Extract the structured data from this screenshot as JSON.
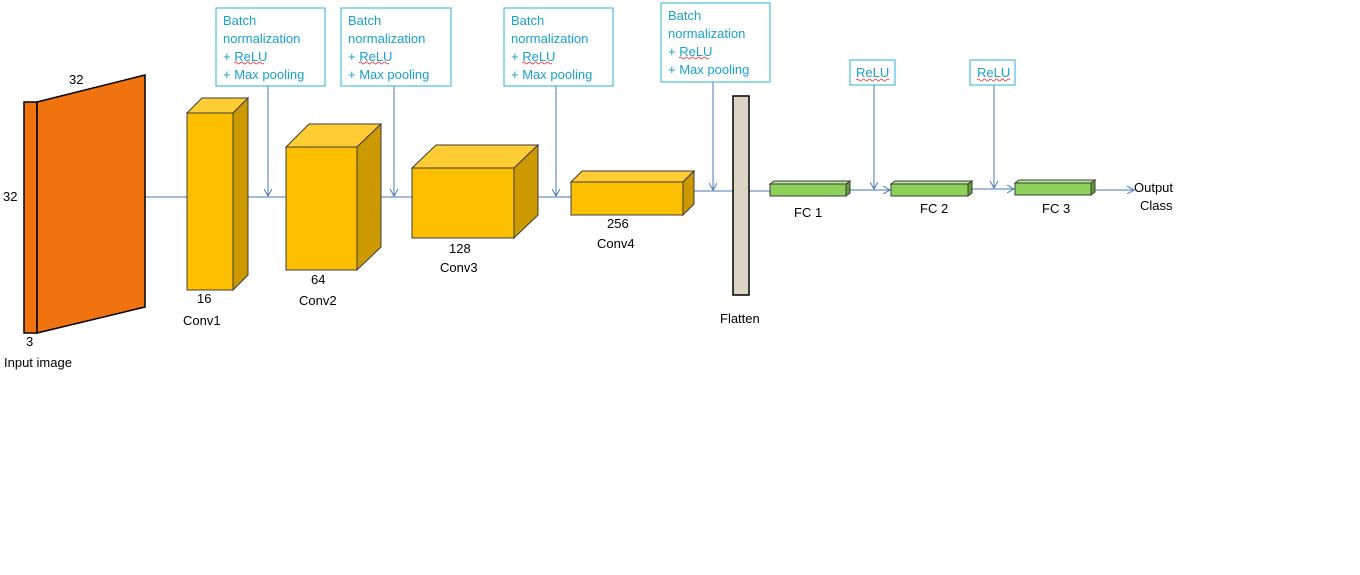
{
  "colors": {
    "input_front": "#f07310",
    "block_front": "#fcbf00",
    "block_top": "#ffcc33",
    "block_side": "#cc9900",
    "fc_fill": "#8ed15a",
    "flatten_fill": "#ddd5c3",
    "line": "#4a7ab8",
    "note_text": "#1aa0cf",
    "note_border": "#2bb0d8"
  },
  "input": {
    "width_label": "32",
    "height_label": "32",
    "depth_label": "3",
    "name": "Input image"
  },
  "conv_blocks": [
    {
      "name": "Conv1",
      "channels": "16"
    },
    {
      "name": "Conv2",
      "channels": "64"
    },
    {
      "name": "Conv3",
      "channels": "128"
    },
    {
      "name": "Conv4",
      "channels": "256"
    }
  ],
  "annotations": [
    {
      "lines": [
        "Batch",
        "normalization",
        "+ ReLU",
        "+ Max pooling"
      ]
    },
    {
      "lines": [
        "Batch",
        "normalization",
        "+ ReLU",
        "+ Max pooling"
      ]
    },
    {
      "lines": [
        "Batch",
        "normalization",
        "+ ReLU",
        "+ Max pooling"
      ]
    },
    {
      "lines": [
        "Batch",
        "normalization",
        "+ ReLU",
        "+ Max pooling"
      ]
    },
    {
      "lines": [
        "ReLU"
      ]
    },
    {
      "lines": [
        "ReLU"
      ]
    }
  ],
  "flatten": {
    "name": "Flatten"
  },
  "fc_layers": [
    {
      "name": "FC 1"
    },
    {
      "name": "FC 2"
    },
    {
      "name": "FC 3"
    }
  ],
  "output": {
    "line1": "Output",
    "line2": "Class"
  }
}
